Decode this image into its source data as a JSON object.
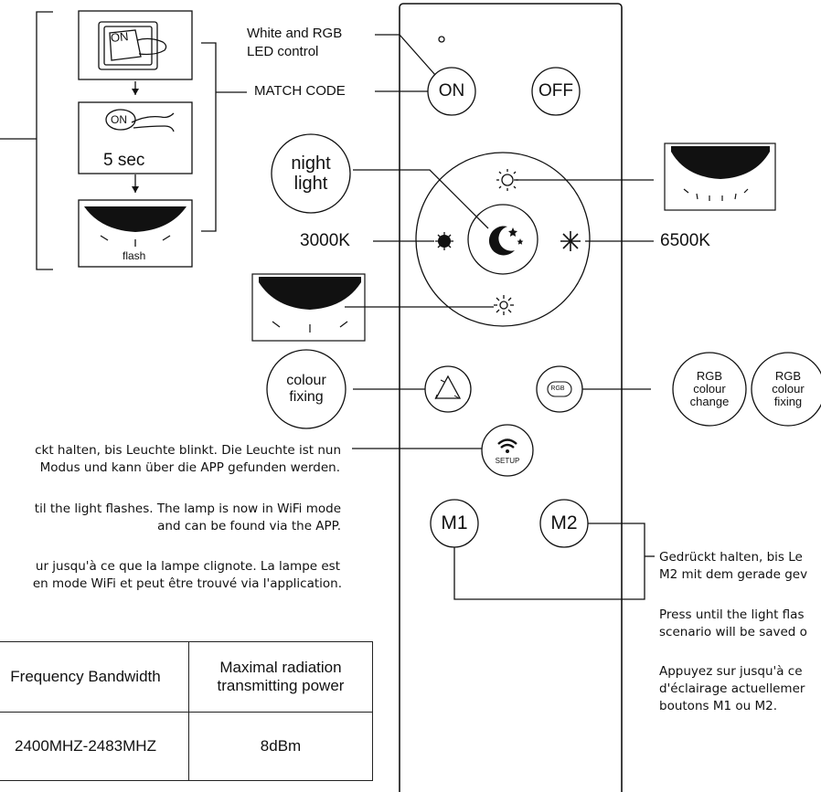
{
  "left_steps": {
    "step1_switch": "ON",
    "step2_button": "ON",
    "step2_duration": "5 sec",
    "step3_label": "flash"
  },
  "annotations": {
    "white_rgb_line1": "White and RGB",
    "white_rgb_line2": "LED control",
    "match_code": "MATCH CODE",
    "temp_warm": "3000K",
    "temp_cool": "6500K"
  },
  "bubbles": {
    "night_light_1": "night",
    "night_light_2": "light",
    "colour_fixing_1": "colour",
    "colour_fixing_2": "fixing",
    "rgb_change_1": "RGB",
    "rgb_change_2": "colour",
    "rgb_change_3": "change",
    "rgb_fixing_1": "RGB",
    "rgb_fixing_2": "colour",
    "rgb_fixing_3": "fixing"
  },
  "remote": {
    "on": "ON",
    "off": "OFF",
    "rgb_icon": "RGB",
    "setup": "SETUP",
    "m1": "M1",
    "m2": "M2"
  },
  "setup_text": {
    "de_1": "ckt halten, bis Leuchte blinkt. Die Leuchte ist nun",
    "de_2": "Modus und kann über die APP gefunden werden.",
    "en_1": "til the light flashes. The lamp is now in WiFi mode",
    "en_2": "and can be found via the APP.",
    "fr_1": "ur jusqu'à ce que la lampe clignote. La lampe est",
    "fr_2": "en mode WiFi et peut être trouvé via l'application."
  },
  "memory_text": {
    "de_1": "Gedrückt halten, bis Le",
    "de_2": "M2 mit dem gerade gev",
    "en_1": "Press until the light flas",
    "en_2": "scenario will be saved o",
    "fr_1": "Appuyez sur jusqu'à ce",
    "fr_2": "d'éclairage actuellemer",
    "fr_3": "boutons M1 ou M2."
  },
  "spec_table": {
    "header_1": "Frequency Bandwidth",
    "header_2_line1": "Maximal radiation",
    "header_2_line2": "transmitting power",
    "value_1": "2400MHZ-2483MHZ",
    "value_2": "8dBm"
  }
}
